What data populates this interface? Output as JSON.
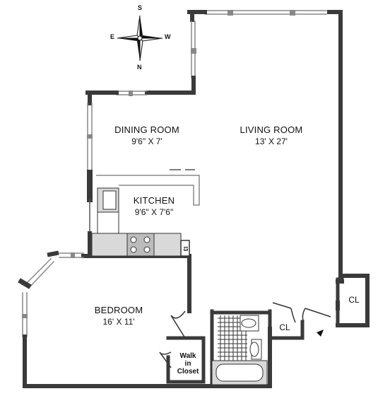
{
  "compass": {
    "s": "S",
    "e": "E",
    "w": "W",
    "n": "N"
  },
  "rooms": {
    "dining": {
      "name": "DINING ROOM",
      "dims": "9'6\" X 7'"
    },
    "living": {
      "name": "LIVING ROOM",
      "dims": "13' X 27'"
    },
    "kitchen": {
      "name": "KITCHEN",
      "dims": "9'6\" X 7'6\""
    },
    "bedroom": {
      "name": "BEDROOM",
      "dims": "16' X 11'"
    },
    "walk_in": {
      "line1": "Walk",
      "line2": "in",
      "line3": "Closet"
    },
    "cl_right": "CL",
    "cl_hall": "CL",
    "fridge_label": "I3"
  },
  "colors": {
    "wall": "#3a3a3a",
    "counter": "#d9d9d9",
    "window": "#cfcfcf",
    "tile": "#444444"
  }
}
